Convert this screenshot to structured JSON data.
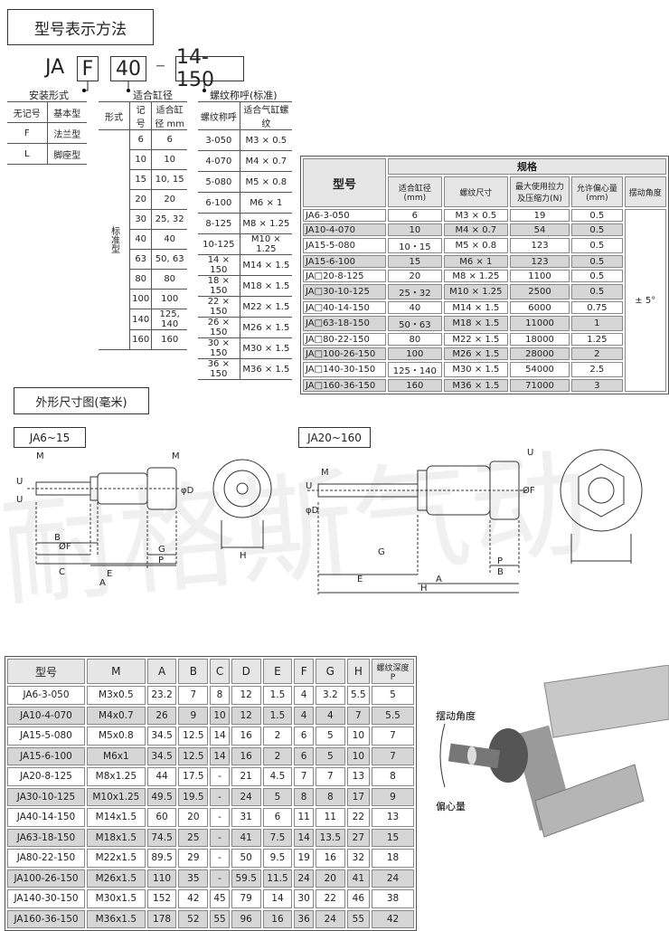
{
  "title": "型号表示方法",
  "code": {
    "prefix": "JA",
    "mount": "F",
    "bore": "40",
    "dash": "–",
    "thread": "14-150"
  },
  "mount_table": {
    "heading": "安装形式",
    "header": [
      "无记号",
      "基本型"
    ],
    "rows": [
      [
        "F",
        "法兰型"
      ],
      [
        "L",
        "脚座型"
      ]
    ]
  },
  "bore_table": {
    "heading": "适合缸径",
    "header": [
      "形式",
      "记号",
      "适合缸径 mm"
    ],
    "type_label": "标准型",
    "rows": [
      [
        "6",
        "6"
      ],
      [
        "10",
        "10"
      ],
      [
        "15",
        "10, 15"
      ],
      [
        "20",
        "20"
      ],
      [
        "30",
        "25, 32"
      ],
      [
        "40",
        "40"
      ],
      [
        "63",
        "50, 63"
      ],
      [
        "80",
        "80"
      ],
      [
        "100",
        "100"
      ],
      [
        "140",
        "125, 140"
      ],
      [
        "160",
        "160"
      ]
    ]
  },
  "thread_table": {
    "heading": "螺纹称呼(标准)",
    "header": [
      "螺纹称呼",
      "适合气缸螺纹"
    ],
    "rows": [
      [
        "3-050",
        "M3 × 0.5"
      ],
      [
        "4-070",
        "M4 × 0.7"
      ],
      [
        "5-080",
        "M5 × 0.8"
      ],
      [
        "6-100",
        "M6 × 1"
      ],
      [
        "8-125",
        "M8 × 1.25"
      ],
      [
        "10-125",
        "M10 × 1.25"
      ],
      [
        "14 × 150",
        "M14 × 1.5"
      ],
      [
        "18 × 150",
        "M18 × 1.5"
      ],
      [
        "22 × 150",
        "M22 × 1.5"
      ],
      [
        "26 × 150",
        "M26 × 1.5"
      ],
      [
        "30 × 150",
        "M30 × 1.5"
      ],
      [
        "36 × 150",
        "M36 × 1.5"
      ]
    ]
  },
  "spec_table": {
    "model_header": "型号",
    "group_header": "规格",
    "columns": [
      "适合缸径\n(mm)",
      "螺纹尺寸",
      "最大使用拉力\n及压缩力(N)",
      "允许偏心量\n(mm)",
      "摆动角度"
    ],
    "swing_angle": "± 5°",
    "rows": [
      [
        "JA6-3-050",
        "6",
        "M3 × 0.5",
        "19",
        "0.5"
      ],
      [
        "JA10-4-070",
        "10",
        "M4 × 0.7",
        "54",
        "0.5"
      ],
      [
        "JA15-5-080",
        "10・15",
        "M5 × 0.8",
        "123",
        "0.5"
      ],
      [
        "JA15-6-100",
        "15",
        "M6 × 1",
        "123",
        "0.5"
      ],
      [
        "JA□20-8-125",
        "20",
        "M8 × 1.25",
        "1100",
        "0.5"
      ],
      [
        "JA□30-10-125",
        "25・32",
        "M10 × 1.25",
        "2500",
        "0.5"
      ],
      [
        "JA□40-14-150",
        "40",
        "M14 × 1.5",
        "6000",
        "0.75"
      ],
      [
        "JA□63-18-150",
        "50・63",
        "M18 × 1.5",
        "11000",
        "1"
      ],
      [
        "JA□80-22-150",
        "80",
        "M22 × 1.5",
        "18000",
        "1.25"
      ],
      [
        "JA□100-26-150",
        "100",
        "M26 × 1.5",
        "28000",
        "2"
      ],
      [
        "JA□140-30-150",
        "125・140",
        "M30 × 1.5",
        "54000",
        "2.5"
      ],
      [
        "JA□160-36-150",
        "160",
        "M36 × 1.5",
        "71000",
        "3"
      ]
    ]
  },
  "section2_title": "外形尺寸图(毫米)",
  "drawing_small": {
    "label": "JA6~15",
    "dims": [
      "M",
      "M",
      "U",
      "U",
      "φD",
      "ØF",
      "G",
      "P",
      "C",
      "B",
      "E",
      "A",
      "H"
    ]
  },
  "drawing_large": {
    "label": "JA20~160",
    "dims": [
      "M",
      "U",
      "U",
      "φD",
      "ØF",
      "G",
      "P",
      "B",
      "E",
      "A",
      "H"
    ]
  },
  "dim_table": {
    "header": [
      "型号",
      "M",
      "A",
      "B",
      "C",
      "D",
      "E",
      "F",
      "G",
      "H",
      "螺纹深度\nP"
    ],
    "rows": [
      [
        "JA6-3-050",
        "M3x0.5",
        "23.2",
        "7",
        "8",
        "12",
        "1.5",
        "4",
        "3.2",
        "5.5",
        "5"
      ],
      [
        "JA10-4-070",
        "M4x0.7",
        "26",
        "9",
        "10",
        "12",
        "1.5",
        "4",
        "4",
        "7",
        "5.5"
      ],
      [
        "JA15-5-080",
        "M5x0.8",
        "34.5",
        "12.5",
        "14",
        "16",
        "2",
        "6",
        "5",
        "10",
        "7"
      ],
      [
        "JA15-6-100",
        "M6x1",
        "34.5",
        "12.5",
        "14",
        "16",
        "2",
        "6",
        "5",
        "10",
        "7"
      ],
      [
        "JA20-8-125",
        "M8x1.25",
        "44",
        "17.5",
        "-",
        "21",
        "4.5",
        "7",
        "7",
        "13",
        "8"
      ],
      [
        "JA30-10-125",
        "M10x1.25",
        "49.5",
        "19.5",
        "-",
        "24",
        "5",
        "8",
        "8",
        "17",
        "9"
      ],
      [
        "JA40-14-150",
        "M14x1.5",
        "60",
        "20",
        "-",
        "31",
        "6",
        "11",
        "11",
        "22",
        "13"
      ],
      [
        "JA63-18-150",
        "M18x1.5",
        "74.5",
        "25",
        "-",
        "41",
        "7.5",
        "14",
        "13.5",
        "27",
        "15"
      ],
      [
        "JA80-22-150",
        "M22x1.5",
        "89.5",
        "29",
        "-",
        "50",
        "9.5",
        "19",
        "16",
        "32",
        "18"
      ],
      [
        "JA100-26-150",
        "M26x1.5",
        "110",
        "35",
        "-",
        "59.5",
        "11.5",
        "24",
        "20",
        "41",
        "24"
      ],
      [
        "JA140-30-150",
        "M30x1.5",
        "152",
        "42",
        "45",
        "79",
        "14",
        "30",
        "22",
        "46",
        "38"
      ],
      [
        "JA160-36-150",
        "M36x1.5",
        "178",
        "52",
        "55",
        "96",
        "16",
        "36",
        "24",
        "55",
        "42"
      ]
    ]
  },
  "photo": {
    "labels": [
      "摆动角度",
      "偏心量"
    ]
  },
  "watermark": "耐格斯气动"
}
